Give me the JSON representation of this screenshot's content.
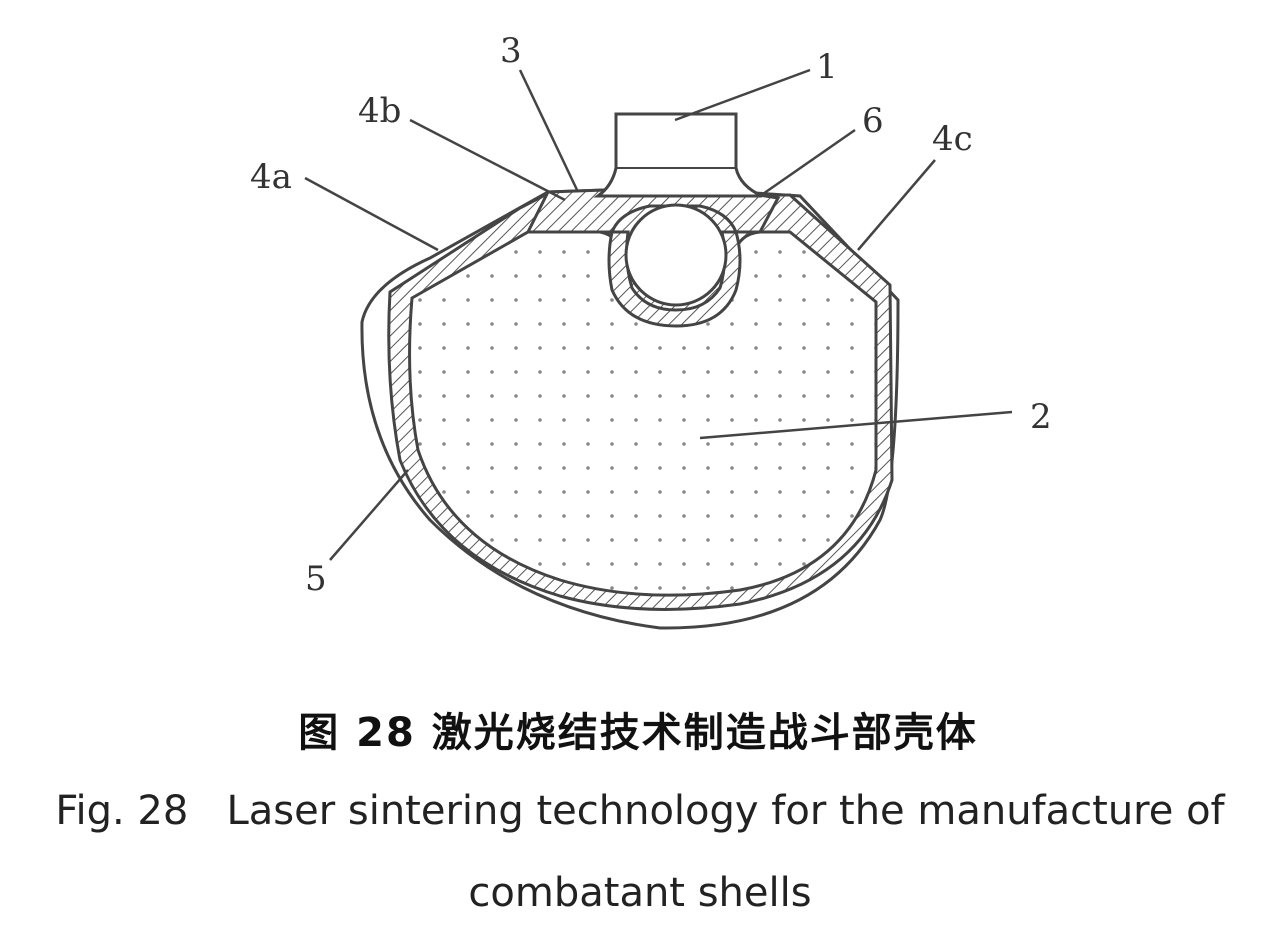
{
  "labels": {
    "l1": "1",
    "l2": "2",
    "l3": "3",
    "l4a": "4a",
    "l4b": "4b",
    "l4c": "4c",
    "l5": "5",
    "l6": "6"
  },
  "caption": {
    "cn_prefix": "图 28",
    "cn_title": "激光烧结技术制造战斗部壳体",
    "en_prefix": "Fig. 28",
    "en_title": "Laser sintering technology for the manufacture of combatant shells"
  }
}
